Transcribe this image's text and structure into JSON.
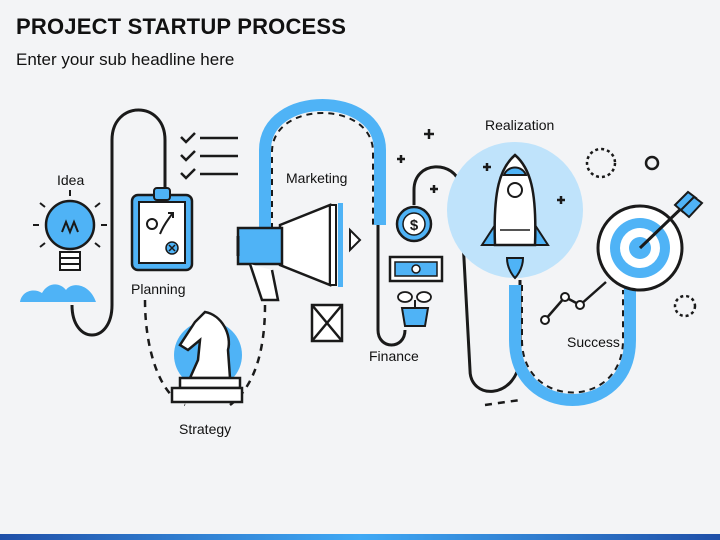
{
  "header": {
    "title": "PROJECT STARTUP PROCESS",
    "subtitle": "Enter your sub headline here"
  },
  "steps": {
    "idea": "Idea",
    "planning": "Planning",
    "strategy": "Strategy",
    "marketing": "Marketing",
    "finance": "Finance",
    "realization": "Realization",
    "success": "Success"
  },
  "icons": {
    "finance_coin_symbol": "$"
  },
  "colors": {
    "accent_blue": "#4fb3f6",
    "light_blue": "#bfe3fb",
    "outline": "#1a1a1a"
  }
}
